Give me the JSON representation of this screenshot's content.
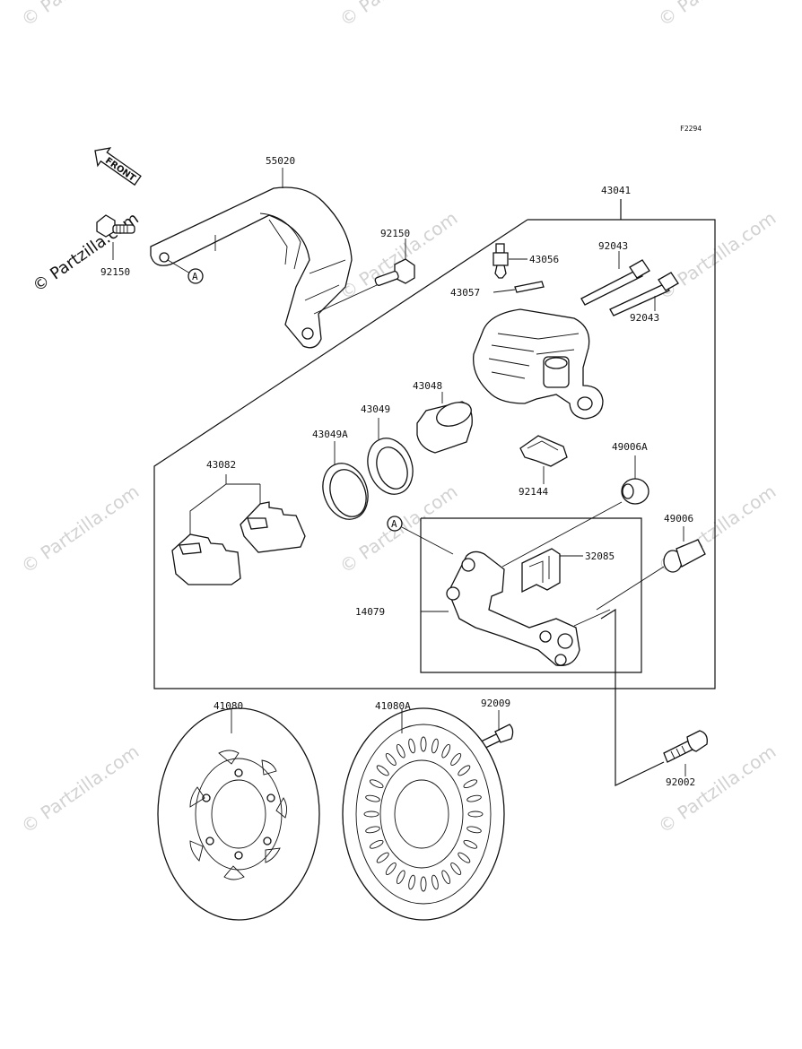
{
  "figure_code": "F2294",
  "front_label": "FRONT",
  "watermark": {
    "text": "© Partzilla.com",
    "brand": "© Partzilla.com"
  },
  "callouts": {
    "ref_a_1": "A",
    "ref_a_2": "A"
  },
  "parts": [
    {
      "key": "p55020",
      "number": "55020",
      "name": "caliper guard bracket"
    },
    {
      "key": "p92150a",
      "number": "92150",
      "name": "bolt"
    },
    {
      "key": "p92150b",
      "number": "92150",
      "name": "bolt"
    },
    {
      "key": "p43041",
      "number": "43041",
      "name": "caliper assembly"
    },
    {
      "key": "p43056",
      "number": "43056",
      "name": "bleed valve"
    },
    {
      "key": "p43057",
      "number": "43057",
      "name": "cap"
    },
    {
      "key": "p92043a",
      "number": "92043",
      "name": "pin"
    },
    {
      "key": "p92043b",
      "number": "92043",
      "name": "pin"
    },
    {
      "key": "p43048",
      "number": "43048",
      "name": "piston"
    },
    {
      "key": "p43049",
      "number": "43049",
      "name": "seal"
    },
    {
      "key": "p43049A",
      "number": "43049A",
      "name": "seal"
    },
    {
      "key": "p43082",
      "number": "43082",
      "name": "brake pads"
    },
    {
      "key": "p92144",
      "number": "92144",
      "name": "spring"
    },
    {
      "key": "p49006A",
      "number": "49006A",
      "name": "boot"
    },
    {
      "key": "p49006",
      "number": "49006",
      "name": "boot"
    },
    {
      "key": "p32085",
      "number": "32085",
      "name": "pad spring"
    },
    {
      "key": "p14079",
      "number": "14079",
      "name": "caliper bracket"
    },
    {
      "key": "p41080",
      "number": "41080",
      "name": "disc"
    },
    {
      "key": "p41080A",
      "number": "41080A",
      "name": "disc"
    },
    {
      "key": "p92009",
      "number": "92009",
      "name": "screw"
    },
    {
      "key": "p92002",
      "number": "92002",
      "name": "bolt"
    }
  ]
}
